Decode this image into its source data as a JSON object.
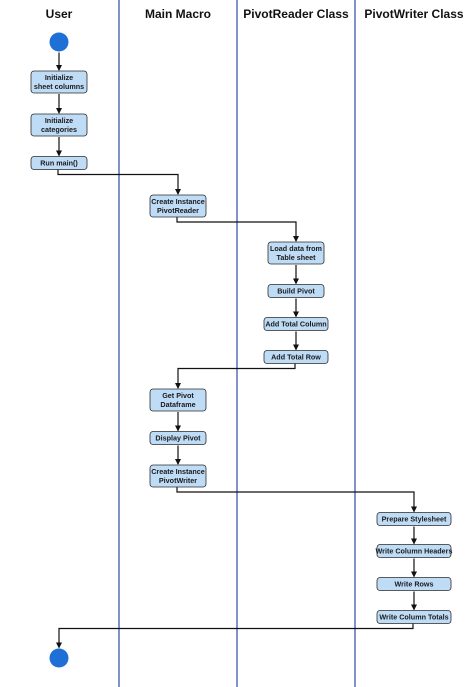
{
  "lanes": [
    {
      "id": "user",
      "label": "User"
    },
    {
      "id": "main",
      "label": "Main Macro"
    },
    {
      "id": "reader",
      "label": "PivotReader Class"
    },
    {
      "id": "writer",
      "label": "PivotWriter Class"
    }
  ],
  "nodes": [
    {
      "id": "start",
      "lane": "user",
      "kind": "start"
    },
    {
      "id": "init-cols",
      "lane": "user",
      "lines": [
        "Initialize",
        "sheet columns"
      ]
    },
    {
      "id": "init-cats",
      "lane": "user",
      "lines": [
        "Initialize",
        "categories"
      ]
    },
    {
      "id": "run-main",
      "lane": "user",
      "lines": [
        "Run main()"
      ]
    },
    {
      "id": "create-reader",
      "lane": "main",
      "lines": [
        "Create Instance",
        "PivotReader"
      ]
    },
    {
      "id": "load-data",
      "lane": "reader",
      "lines": [
        "Load data from",
        "Table sheet"
      ]
    },
    {
      "id": "build-pivot",
      "lane": "reader",
      "lines": [
        "Build Pivot"
      ]
    },
    {
      "id": "add-total-col",
      "lane": "reader",
      "lines": [
        "Add Total Column"
      ]
    },
    {
      "id": "add-total-row",
      "lane": "reader",
      "lines": [
        "Add Total Row"
      ]
    },
    {
      "id": "get-pivot",
      "lane": "main",
      "lines": [
        "Get Pivot",
        "Dataframe"
      ]
    },
    {
      "id": "display-pivot",
      "lane": "main",
      "lines": [
        "Display Pivot"
      ]
    },
    {
      "id": "create-writer",
      "lane": "main",
      "lines": [
        "Create Instance",
        "PivotWriter"
      ]
    },
    {
      "id": "prep-style",
      "lane": "writer",
      "lines": [
        "Prepare Stylesheet"
      ]
    },
    {
      "id": "write-headers",
      "lane": "writer",
      "lines": [
        "Write Column Headers"
      ]
    },
    {
      "id": "write-rows",
      "lane": "writer",
      "lines": [
        "Write Rows"
      ]
    },
    {
      "id": "write-totals",
      "lane": "writer",
      "lines": [
        "Write Column Totals"
      ]
    },
    {
      "id": "end",
      "lane": "user",
      "kind": "end"
    }
  ],
  "edges": [
    [
      "start",
      "init-cols"
    ],
    [
      "init-cols",
      "init-cats"
    ],
    [
      "init-cats",
      "run-main"
    ],
    [
      "run-main",
      "create-reader"
    ],
    [
      "create-reader",
      "load-data"
    ],
    [
      "load-data",
      "build-pivot"
    ],
    [
      "build-pivot",
      "add-total-col"
    ],
    [
      "add-total-col",
      "add-total-row"
    ],
    [
      "add-total-row",
      "get-pivot"
    ],
    [
      "get-pivot",
      "display-pivot"
    ],
    [
      "display-pivot",
      "create-writer"
    ],
    [
      "create-writer",
      "prep-style"
    ],
    [
      "prep-style",
      "write-headers"
    ],
    [
      "write-headers",
      "write-rows"
    ],
    [
      "write-rows",
      "write-totals"
    ],
    [
      "write-totals",
      "end"
    ]
  ],
  "colors": {
    "node_fill": "#bfdcf7",
    "terminal": "#1e6fd6",
    "lane_divider": "#2e4aa8"
  }
}
